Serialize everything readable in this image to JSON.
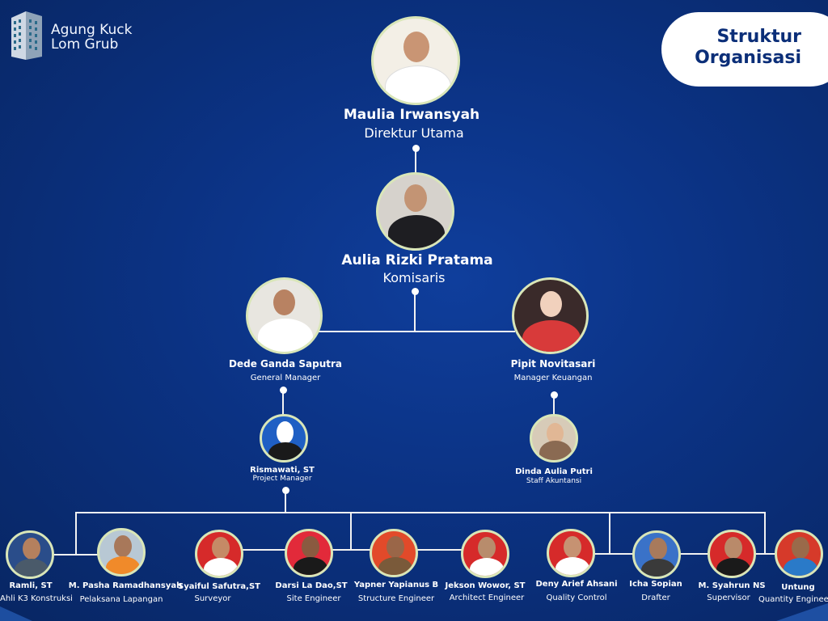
{
  "company": {
    "line1": "Agung Kuck",
    "line2": "Lom Grub"
  },
  "title": {
    "line1": "Struktur",
    "line2": "Organisasi"
  },
  "people": {
    "direktur": {
      "name": "Maulia Irwansyah",
      "role": "Direktur Utama"
    },
    "komisaris": {
      "name": "Aulia Rizki Pratama",
      "role": "Komisaris"
    },
    "gm": {
      "name": "Dede Ganda Saputra",
      "role": "General Manager"
    },
    "keuangan": {
      "name": "Pipit Novitasari",
      "role": "Manager Keuangan"
    },
    "pm": {
      "name": "Rismawati, ST",
      "role": "Project Manager"
    },
    "akuntansi": {
      "name": "Dinda Aulia Putri",
      "role": "Staff Akuntansi"
    },
    "staff": [
      {
        "name": "Ramli, ST",
        "role": "Ahli K3 Konstruksi"
      },
      {
        "name": "M. Pasha Ramadhansyah",
        "role": "Pelaksana Lapangan"
      },
      {
        "name": "Syaiful Safutra,ST",
        "role": "Surveyor"
      },
      {
        "name": "Darsi La Dao,ST",
        "role": "Site Engineer"
      },
      {
        "name": "Yapner Yapianus B",
        "role": "Structure Engineer"
      },
      {
        "name": "Jekson Wowor, ST",
        "role": "Architect Engineer"
      },
      {
        "name": "Deny Arief Ahsani",
        "role": "Quality Control"
      },
      {
        "name": "Icha Sopian",
        "role": "Drafter"
      },
      {
        "name": "M. Syahrun NS",
        "role": "Supervisor"
      },
      {
        "name": "Untung",
        "role": "Quantity Engineer"
      }
    ]
  },
  "colors": {
    "background": "#0b3283",
    "title_text": "#0b2e78",
    "avatar_border": "#d9e6b8",
    "line": "#f2f2f2"
  }
}
